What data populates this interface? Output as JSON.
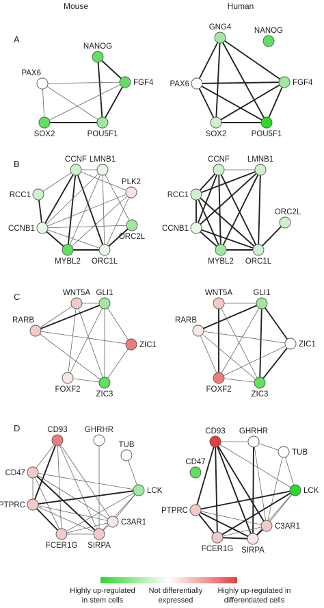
{
  "headers": {
    "mouse": "Mouse",
    "human": "Human"
  },
  "panels": [
    {
      "id": "A",
      "label": "A"
    },
    {
      "id": "B",
      "label": "B"
    },
    {
      "id": "C",
      "label": "C"
    },
    {
      "id": "D",
      "label": "D"
    }
  ],
  "node_colors": {
    "green_strong": "#2bd92b",
    "green": "#5fe05f",
    "green_mid": "#9fe89f",
    "green_light": "#cdf1cd",
    "green_pale": "#e9f8e9",
    "white": "#ffffff",
    "red_pale": "#fbe6e6",
    "red_light": "#f6c9c9",
    "red_mid": "#f2a8a8",
    "red": "#ec7d7d",
    "red_strong": "#e63e3e"
  },
  "networks": {
    "A_mouse": {
      "nodes": [
        {
          "id": "NANOG",
          "label": "NANOG",
          "color": "green"
        },
        {
          "id": "FGF4",
          "label": "FGF4",
          "color": "green"
        },
        {
          "id": "PAX6",
          "label": "PAX6",
          "color": "white"
        },
        {
          "id": "SOX2",
          "label": "SOX2",
          "color": "green"
        },
        {
          "id": "POU5F1",
          "label": "POU5F1",
          "color": "green_mid"
        }
      ],
      "edges": [
        [
          "NANOG",
          "FGF4",
          2
        ],
        [
          "NANOG",
          "POU5F1",
          2
        ],
        [
          "PAX6",
          "FGF4",
          1
        ],
        [
          "PAX6",
          "SOX2",
          1
        ],
        [
          "PAX6",
          "POU5F1",
          1
        ],
        [
          "SOX2",
          "POU5F1",
          2
        ],
        [
          "FGF4",
          "POU5F1",
          2
        ],
        [
          "SOX2",
          "FGF4",
          1
        ]
      ]
    },
    "A_human": {
      "nodes": [
        {
          "id": "GNG4",
          "label": "GNG4",
          "color": "green_mid"
        },
        {
          "id": "NANOG",
          "label": "NANOG",
          "color": "green"
        },
        {
          "id": "PAX6",
          "label": "PAX6",
          "color": "white"
        },
        {
          "id": "FGF4",
          "label": "FGF4",
          "color": "green_mid"
        },
        {
          "id": "SOX2",
          "label": "SOX2",
          "color": "green_light"
        },
        {
          "id": "POU5F1",
          "label": "POU5F1",
          "color": "green_strong"
        }
      ],
      "edges": [
        [
          "GNG4",
          "PAX6",
          2
        ],
        [
          "GNG4",
          "FGF4",
          2
        ],
        [
          "GNG4",
          "SOX2",
          2
        ],
        [
          "GNG4",
          "POU5F1",
          2
        ],
        [
          "PAX6",
          "FGF4",
          2
        ],
        [
          "PAX6",
          "SOX2",
          2
        ],
        [
          "PAX6",
          "POU5F1",
          2
        ],
        [
          "FGF4",
          "SOX2",
          2
        ],
        [
          "FGF4",
          "POU5F1",
          2
        ],
        [
          "SOX2",
          "POU5F1",
          2
        ]
      ]
    },
    "B_mouse": {
      "nodes": [
        {
          "id": "CCNF",
          "label": "CCNF",
          "color": "green_light"
        },
        {
          "id": "LMNB1",
          "label": "LMNB1",
          "color": "green_pale"
        },
        {
          "id": "PLK2",
          "label": "PLK2",
          "color": "red_pale"
        },
        {
          "id": "RCC1",
          "label": "RCC1",
          "color": "green_light"
        },
        {
          "id": "ORC2L",
          "label": "ORC2L",
          "color": "green_mid"
        },
        {
          "id": "CCNB1",
          "label": "CCNB1",
          "color": "green_pale"
        },
        {
          "id": "MYBL2",
          "label": "MYBL2",
          "color": "green"
        },
        {
          "id": "ORC1L",
          "label": "ORC1L",
          "color": "green_pale"
        }
      ],
      "edges": [
        [
          "CCNF",
          "LMNB1",
          1
        ],
        [
          "CCNF",
          "RCC1",
          1
        ],
        [
          "CCNF",
          "CCNB1",
          2
        ],
        [
          "CCNF",
          "MYBL2",
          2
        ],
        [
          "CCNF",
          "ORC1L",
          2
        ],
        [
          "CCNF",
          "PLK2",
          1
        ],
        [
          "LMNB1",
          "CCNB1",
          1
        ],
        [
          "LMNB1",
          "MYBL2",
          1
        ],
        [
          "LMNB1",
          "ORC1L",
          1
        ],
        [
          "LMNB1",
          "ORC2L",
          1
        ],
        [
          "PLK2",
          "CCNB1",
          1
        ],
        [
          "PLK2",
          "MYBL2",
          1
        ],
        [
          "PLK2",
          "ORC1L",
          1
        ],
        [
          "RCC1",
          "CCNB1",
          2
        ],
        [
          "CCNB1",
          "MYBL2",
          2
        ],
        [
          "CCNB1",
          "ORC1L",
          1
        ],
        [
          "CCNB1",
          "ORC2L",
          1
        ],
        [
          "MYBL2",
          "ORC1L",
          2
        ],
        [
          "ORC1L",
          "ORC2L",
          2
        ]
      ]
    },
    "B_human": {
      "nodes": [
        {
          "id": "CCNF",
          "label": "CCNF",
          "color": "green_light"
        },
        {
          "id": "LMNB1",
          "label": "LMNB1",
          "color": "green_light"
        },
        {
          "id": "RCC1",
          "label": "RCC1",
          "color": "green_light"
        },
        {
          "id": "ORC2L",
          "label": "ORC2L",
          "color": "green_light"
        },
        {
          "id": "CCNB1",
          "label": "CCNB1",
          "color": "green_pale"
        },
        {
          "id": "MYBL2",
          "label": "MYBL2",
          "color": "green_mid"
        },
        {
          "id": "ORC1L",
          "label": "ORC1L",
          "color": "green_light"
        }
      ],
      "edges": [
        [
          "CCNF",
          "LMNB1",
          1
        ],
        [
          "CCNF",
          "RCC1",
          2
        ],
        [
          "CCNF",
          "CCNB1",
          2
        ],
        [
          "CCNF",
          "MYBL2",
          2
        ],
        [
          "CCNF",
          "ORC1L",
          2
        ],
        [
          "LMNB1",
          "RCC1",
          2
        ],
        [
          "LMNB1",
          "CCNB1",
          2
        ],
        [
          "LMNB1",
          "MYBL2",
          2
        ],
        [
          "LMNB1",
          "ORC1L",
          2
        ],
        [
          "RCC1",
          "CCNB1",
          2
        ],
        [
          "RCC1",
          "MYBL2",
          2
        ],
        [
          "RCC1",
          "ORC1L",
          2
        ],
        [
          "CCNB1",
          "MYBL2",
          2
        ],
        [
          "CCNB1",
          "ORC1L",
          2
        ],
        [
          "MYBL2",
          "ORC1L",
          2
        ],
        [
          "ORC1L",
          "ORC2L",
          2
        ]
      ]
    },
    "C_mouse": {
      "nodes": [
        {
          "id": "WNT5A",
          "label": "WNT5A",
          "color": "red_light"
        },
        {
          "id": "GLI1",
          "label": "GLI1",
          "color": "green_mid"
        },
        {
          "id": "RARB",
          "label": "RARB",
          "color": "red_light"
        },
        {
          "id": "ZIC1",
          "label": "ZIC1",
          "color": "red"
        },
        {
          "id": "FOXF2",
          "label": "FOXF2",
          "color": "red_pale"
        },
        {
          "id": "ZIC3",
          "label": "ZIC3",
          "color": "green"
        }
      ],
      "edges": [
        [
          "WNT5A",
          "GLI1",
          1
        ],
        [
          "WNT5A",
          "FOXF2",
          1
        ],
        [
          "WNT5A",
          "ZIC3",
          1
        ],
        [
          "WNT5A",
          "RARB",
          1
        ],
        [
          "GLI1",
          "RARB",
          2
        ],
        [
          "GLI1",
          "ZIC1",
          1
        ],
        [
          "GLI1",
          "FOXF2",
          1
        ],
        [
          "GLI1",
          "ZIC3",
          1
        ],
        [
          "RARB",
          "ZIC1",
          1
        ],
        [
          "RARB",
          "ZIC3",
          1
        ],
        [
          "FOXF2",
          "ZIC3",
          1
        ],
        [
          "ZIC1",
          "ZIC3",
          1
        ]
      ]
    },
    "C_human": {
      "nodes": [
        {
          "id": "WNT5A",
          "label": "WNT5A",
          "color": "red_light"
        },
        {
          "id": "GLI1",
          "label": "GLI1",
          "color": "green_mid"
        },
        {
          "id": "RARB",
          "label": "RARB",
          "color": "red_pale"
        },
        {
          "id": "ZIC1",
          "label": "ZIC1",
          "color": "white"
        },
        {
          "id": "FOXF2",
          "label": "FOXF2",
          "color": "red"
        },
        {
          "id": "ZIC3",
          "label": "ZIC3",
          "color": "green"
        }
      ],
      "edges": [
        [
          "WNT5A",
          "GLI1",
          1
        ],
        [
          "WNT5A",
          "FOXF2",
          2
        ],
        [
          "WNT5A",
          "ZIC3",
          1
        ],
        [
          "GLI1",
          "RARB",
          2
        ],
        [
          "GLI1",
          "ZIC1",
          2
        ],
        [
          "GLI1",
          "FOXF2",
          1
        ],
        [
          "GLI1",
          "ZIC3",
          2
        ],
        [
          "RARB",
          "ZIC1",
          1
        ],
        [
          "RARB",
          "FOXF2",
          1
        ],
        [
          "RARB",
          "ZIC3",
          1
        ],
        [
          "FOXF2",
          "ZIC1",
          1
        ],
        [
          "ZIC1",
          "ZIC3",
          2
        ],
        [
          "FOXF2",
          "ZIC3",
          1
        ]
      ]
    },
    "D_mouse": {
      "nodes": [
        {
          "id": "CD93",
          "label": "CD93",
          "color": "red"
        },
        {
          "id": "GHRHR",
          "label": "GHRHR",
          "color": "white"
        },
        {
          "id": "TUB",
          "label": "TUB",
          "color": "white"
        },
        {
          "id": "CD47",
          "label": "CD47",
          "color": "red_light"
        },
        {
          "id": "LCK",
          "label": "LCK",
          "color": "green_mid"
        },
        {
          "id": "PTPRC",
          "label": "PTPRC",
          "color": "red_light"
        },
        {
          "id": "C3AR1",
          "label": "C3AR1",
          "color": "red_pale"
        },
        {
          "id": "FCER1G",
          "label": "FCER1G",
          "color": "red_light"
        },
        {
          "id": "SIRPA",
          "label": "SIRPA",
          "color": "red_light"
        }
      ],
      "edges": [
        [
          "CD93",
          "PTPRC",
          2
        ],
        [
          "CD93",
          "FCER1G",
          1
        ],
        [
          "CD93",
          "SIRPA",
          1
        ],
        [
          "CD93",
          "C3AR1",
          1
        ],
        [
          "CD93",
          "CD47",
          1
        ],
        [
          "GHRHR",
          "SIRPA",
          1
        ],
        [
          "TUB",
          "LCK",
          1
        ],
        [
          "CD47",
          "LCK",
          1
        ],
        [
          "CD47",
          "PTPRC",
          1
        ],
        [
          "CD47",
          "FCER1G",
          1
        ],
        [
          "CD47",
          "SIRPA",
          2
        ],
        [
          "CD47",
          "C3AR1",
          1
        ],
        [
          "PTPRC",
          "LCK",
          2
        ],
        [
          "PTPRC",
          "FCER1G",
          2
        ],
        [
          "PTPRC",
          "SIRPA",
          1
        ],
        [
          "PTPRC",
          "C3AR1",
          1
        ],
        [
          "LCK",
          "FCER1G",
          1
        ],
        [
          "LCK",
          "SIRPA",
          1
        ],
        [
          "LCK",
          "C3AR1",
          1
        ],
        [
          "FCER1G",
          "SIRPA",
          1
        ],
        [
          "FCER1G",
          "C3AR1",
          1
        ],
        [
          "SIRPA",
          "C3AR1",
          1
        ]
      ]
    },
    "D_human": {
      "nodes": [
        {
          "id": "CD93",
          "label": "CD93",
          "color": "red_strong"
        },
        {
          "id": "GHRHR",
          "label": "GHRHR",
          "color": "white"
        },
        {
          "id": "TUB",
          "label": "TUB",
          "color": "white"
        },
        {
          "id": "CD47",
          "label": "CD47",
          "color": "green"
        },
        {
          "id": "LCK",
          "label": "LCK",
          "color": "green_strong"
        },
        {
          "id": "PTPRC",
          "label": "PTPRC",
          "color": "red_light"
        },
        {
          "id": "C3AR1",
          "label": "C3AR1",
          "color": "red_light"
        },
        {
          "id": "FCER1G",
          "label": "FCER1G",
          "color": "red_light"
        },
        {
          "id": "SIRPA",
          "label": "SIRPA",
          "color": "red_pale"
        }
      ],
      "edges": [
        [
          "CD93",
          "GHRHR",
          1
        ],
        [
          "CD93",
          "PTPRC",
          2
        ],
        [
          "CD93",
          "FCER1G",
          2
        ],
        [
          "CD93",
          "SIRPA",
          2
        ],
        [
          "CD93",
          "C3AR1",
          2
        ],
        [
          "CD93",
          "LCK",
          1
        ],
        [
          "GHRHR",
          "TUB",
          1
        ],
        [
          "GHRHR",
          "SIRPA",
          2
        ],
        [
          "GHRHR",
          "C3AR1",
          1
        ],
        [
          "TUB",
          "LCK",
          1
        ],
        [
          "TUB",
          "C3AR1",
          1
        ],
        [
          "PTPRC",
          "LCK",
          2
        ],
        [
          "PTPRC",
          "FCER1G",
          2
        ],
        [
          "PTPRC",
          "SIRPA",
          2
        ],
        [
          "PTPRC",
          "C3AR1",
          1
        ],
        [
          "LCK",
          "FCER1G",
          2
        ],
        [
          "LCK",
          "SIRPA",
          1
        ],
        [
          "LCK",
          "C3AR1",
          1
        ],
        [
          "FCER1G",
          "SIRPA",
          2
        ],
        [
          "FCER1G",
          "C3AR1",
          1
        ],
        [
          "SIRPA",
          "C3AR1",
          2
        ]
      ]
    }
  },
  "legend": {
    "gradient": [
      "#2bd92b",
      "#ffffff",
      "#e63e3e"
    ],
    "left_line1": "Highly up-regulated",
    "left_line2": "in stem cells",
    "mid_line1": "Not differentially",
    "mid_line2": "expressed",
    "right_line1": "Highly up-regulated in",
    "right_line2": "differentiated cells"
  }
}
